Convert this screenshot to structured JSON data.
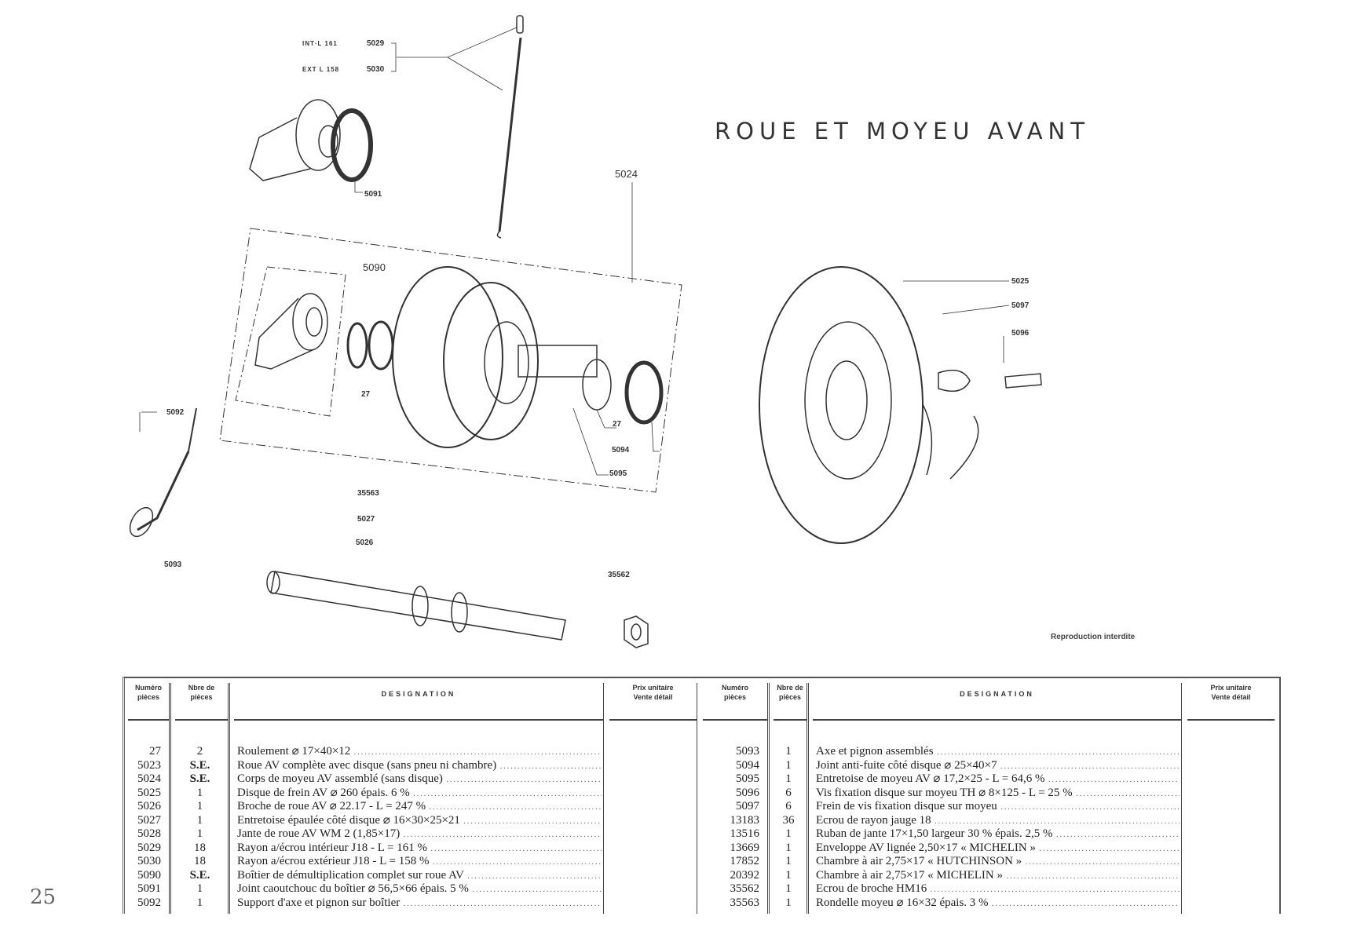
{
  "title": "ROUE ET MOYEU AVANT",
  "reproduction_note": "Reproduction interdite",
  "page_number": "25",
  "diagram_labels": {
    "int_l161": "INT·L 161",
    "ext_l158": "EXT L 158",
    "p5029": "5029",
    "p5030": "5030",
    "p5091": "5091",
    "p5024": "5024",
    "p5090": "5090",
    "p27a": "27",
    "p27b": "27",
    "p5092": "5092",
    "p5093": "5093",
    "p5094": "5094",
    "p5095": "5095",
    "p5025": "5025",
    "p5097": "5097",
    "p5096": "5096",
    "p35563": "35563",
    "p5027": "5027",
    "p5026": "5026",
    "p35562": "35562"
  },
  "table": {
    "headers": {
      "numero": "Numéro\npièces",
      "nbre": "Nbre de\npièces",
      "designation": "DESIGNATION",
      "prix": "Prix unitaire\nVente détail"
    },
    "left_rows": [
      {
        "num": "27",
        "qty": "2",
        "des": "Roulement ⌀ 17×40×12"
      },
      {
        "num": "5023",
        "qty": "S.E.",
        "des": "Roue AV complète avec disque (sans pneu ni chambre)"
      },
      {
        "num": "5024",
        "qty": "S.E.",
        "des": "Corps de moyeu AV assemblé (sans disque)"
      },
      {
        "num": "5025",
        "qty": "1",
        "des": "Disque de frein AV ⌀ 260 épais. 6 %"
      },
      {
        "num": "5026",
        "qty": "1",
        "des": "Broche de roue AV ⌀ 22.17 - L = 247 %"
      },
      {
        "num": "5027",
        "qty": "1",
        "des": "Entretoise épaulée côté disque ⌀ 16×30×25×21"
      },
      {
        "num": "5028",
        "qty": "1",
        "des": "Jante de roue AV WM 2 (1,85×17)"
      },
      {
        "num": "5029",
        "qty": "18",
        "des": "Rayon a/écrou intérieur J18 - L = 161 %"
      },
      {
        "num": "5030",
        "qty": "18",
        "des": "Rayon a/écrou extérieur J18 - L = 158 %"
      },
      {
        "num": "5090",
        "qty": "S.E.",
        "des": "Boîtier de démultiplication complet sur roue AV"
      },
      {
        "num": "5091",
        "qty": "1",
        "des": "Joint caoutchouc du boîtier ⌀ 56,5×66 épais. 5 %"
      },
      {
        "num": "5092",
        "qty": "1",
        "des": "Support d'axe et pignon sur boîtier"
      }
    ],
    "right_rows": [
      {
        "num": "5093",
        "qty": "1",
        "des": "Axe et pignon assemblés"
      },
      {
        "num": "5094",
        "qty": "1",
        "des": "Joint anti-fuite côté disque ⌀ 25×40×7"
      },
      {
        "num": "5095",
        "qty": "1",
        "des": "Entretoise de moyeu AV ⌀ 17,2×25 - L = 64,6 %"
      },
      {
        "num": "5096",
        "qty": "6",
        "des": "Vis fixation disque sur moyeu TH ⌀ 8×125 - L = 25 %"
      },
      {
        "num": "5097",
        "qty": "6",
        "des": "Frein de vis fixation disque sur moyeu"
      },
      {
        "num": "13183",
        "qty": "36",
        "des": "Ecrou de rayon jauge 18"
      },
      {
        "num": "13516",
        "qty": "1",
        "des": "Ruban de jante 17×1,50 largeur 30 % épais. 2,5 %"
      },
      {
        "num": "13669",
        "qty": "1",
        "des": "Enveloppe AV lignée 2,50×17 « MICHELIN »"
      },
      {
        "num": "17852",
        "qty": "1",
        "des": "Chambre à air 2,75×17 « HUTCHINSON »"
      },
      {
        "num": "20392",
        "qty": "1",
        "des": "Chambre à air 2,75×17 « MICHELIN »"
      },
      {
        "num": "35562",
        "qty": "1",
        "des": "Ecrou de broche HM16"
      },
      {
        "num": "35563",
        "qty": "1",
        "des": "Rondelle moyeu ⌀ 16×32 épais. 3 %"
      }
    ]
  }
}
